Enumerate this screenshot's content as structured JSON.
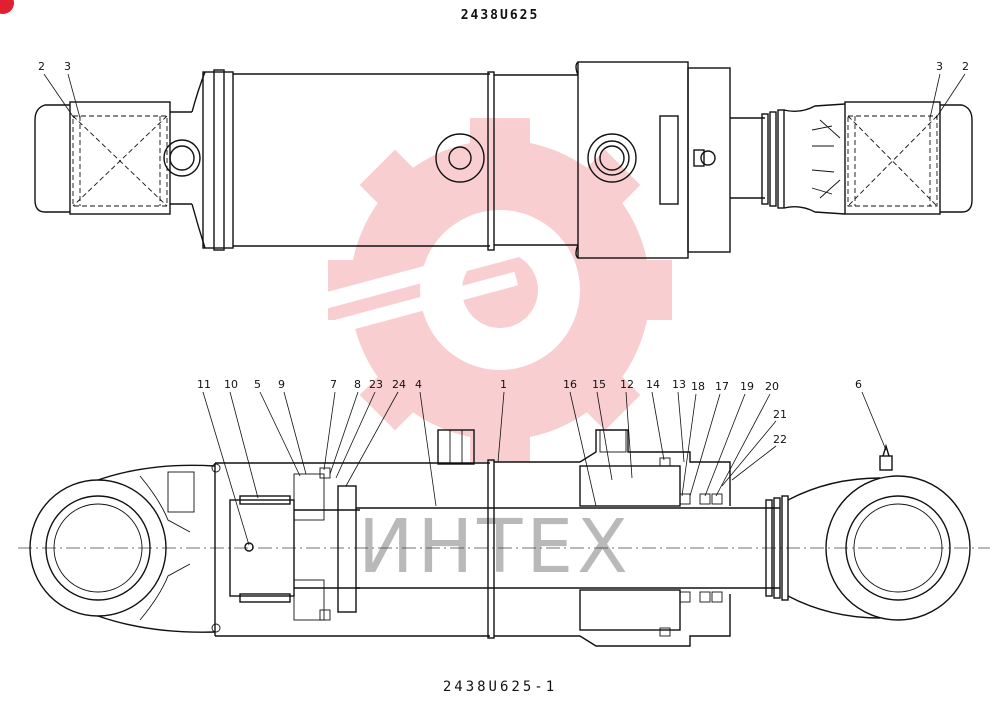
{
  "drawing": {
    "top_code": "2438U625",
    "bottom_code": "2438U625-1"
  },
  "top_view": {
    "callouts": [
      "2",
      "3",
      "3",
      "2"
    ]
  },
  "section_view": {
    "callouts": [
      "11",
      "10",
      "5",
      "9",
      "7",
      "8",
      "23",
      "24",
      "4",
      "1",
      "16",
      "15",
      "12",
      "14",
      "13",
      "18",
      "17",
      "19",
      "20",
      "21",
      "22",
      "6"
    ]
  },
  "watermark": {
    "text": "ИНТЕХ",
    "color": "#e8262e"
  }
}
